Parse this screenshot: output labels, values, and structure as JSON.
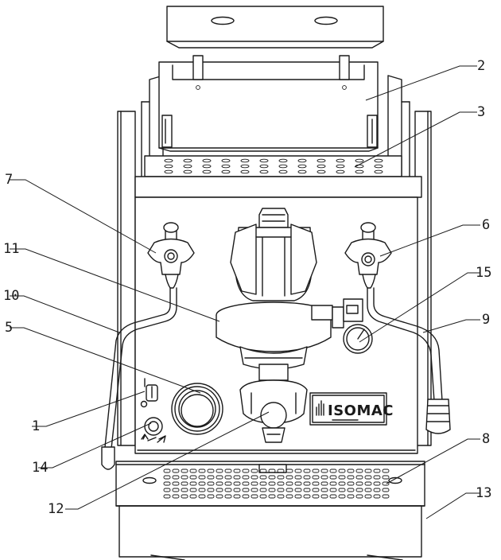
{
  "brand": {
    "name": "ISOMAC"
  },
  "callouts": [
    {
      "id": "c1",
      "label": "1"
    },
    {
      "id": "c2",
      "label": "2"
    },
    {
      "id": "c3",
      "label": "3"
    },
    {
      "id": "c5",
      "label": "5"
    },
    {
      "id": "c6",
      "label": "6"
    },
    {
      "id": "c7",
      "label": "7"
    },
    {
      "id": "c8",
      "label": "8"
    },
    {
      "id": "c9",
      "label": "9"
    },
    {
      "id": "c10",
      "label": "10"
    },
    {
      "id": "c11",
      "label": "11"
    },
    {
      "id": "c12",
      "label": "12"
    },
    {
      "id": "c13",
      "label": "13"
    },
    {
      "id": "c14",
      "label": "14"
    },
    {
      "id": "c15",
      "label": "15"
    }
  ],
  "colors": {
    "line": "#1a1a1a",
    "background": "#ffffff",
    "shade": "#ececec"
  }
}
